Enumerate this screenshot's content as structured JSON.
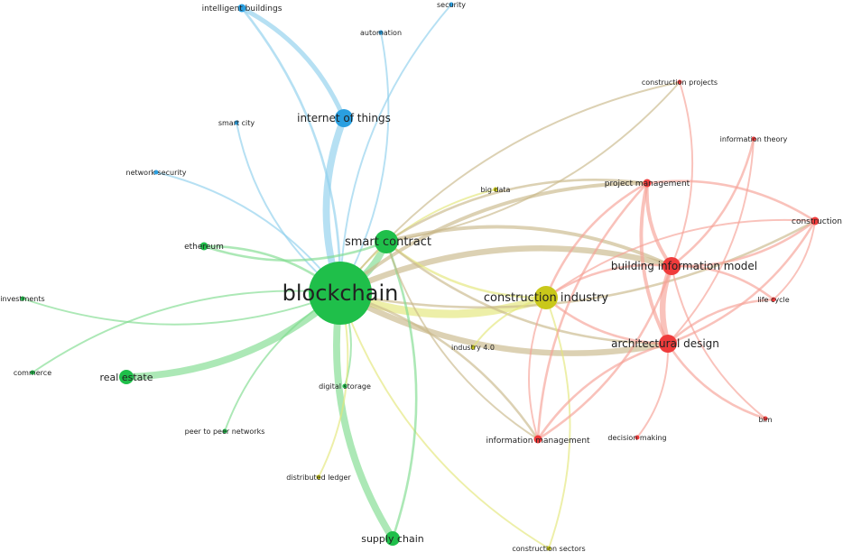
{
  "colors": {
    "green": "#1fbf4a",
    "blue": "#2a9fe0",
    "red": "#ef3b3b",
    "yellow": "#c9c81a",
    "edge_green": "#7fdc8f",
    "edge_blue": "#8fd0ec",
    "edge_red": "#f6a196",
    "edge_yellow": "#e3e67a",
    "edge_olive": "#c9b98a"
  },
  "nodes": [
    {
      "id": "blockchain",
      "label": "blockchain",
      "cluster": "green",
      "weight": 10
    },
    {
      "id": "smart_contract",
      "label": "smart contract",
      "cluster": "green",
      "weight": 5
    },
    {
      "id": "ethereum",
      "label": "ethereum",
      "cluster": "green",
      "weight": 2
    },
    {
      "id": "investments",
      "label": "investments",
      "cluster": "green",
      "weight": 1
    },
    {
      "id": "commerce",
      "label": "commerce",
      "cluster": "green",
      "weight": 1
    },
    {
      "id": "real_estate",
      "label": "real estate",
      "cluster": "green",
      "weight": 3
    },
    {
      "id": "digital_storage",
      "label": "digital storage",
      "cluster": "green",
      "weight": 1
    },
    {
      "id": "peer_to_peer_networks",
      "label": "peer to peer networks",
      "cluster": "green",
      "weight": 1
    },
    {
      "id": "supply_chain",
      "label": "supply chain",
      "cluster": "green",
      "weight": 3
    },
    {
      "id": "internet_of_things",
      "label": "internet of things",
      "cluster": "blue",
      "weight": 4
    },
    {
      "id": "intelligent_buildings",
      "label": "intelligent buildings",
      "cluster": "blue",
      "weight": 2
    },
    {
      "id": "security",
      "label": "security",
      "cluster": "blue",
      "weight": 1
    },
    {
      "id": "automation",
      "label": "automation",
      "cluster": "blue",
      "weight": 1
    },
    {
      "id": "smart_city",
      "label": "smart city",
      "cluster": "blue",
      "weight": 1
    },
    {
      "id": "network_security",
      "label": "network security",
      "cluster": "blue",
      "weight": 1
    },
    {
      "id": "construction_industry",
      "label": "construction industry",
      "cluster": "yellow",
      "weight": 5
    },
    {
      "id": "big_data",
      "label": "big data",
      "cluster": "yellow",
      "weight": 1
    },
    {
      "id": "industry_4_0",
      "label": "industry 4.0",
      "cluster": "yellow",
      "weight": 1
    },
    {
      "id": "distributed_ledger",
      "label": "distributed ledger",
      "cluster": "yellow",
      "weight": 1
    },
    {
      "id": "construction_sectors",
      "label": "construction sectors",
      "cluster": "yellow",
      "weight": 1
    },
    {
      "id": "construction_projects",
      "label": "construction projects",
      "cluster": "red",
      "weight": 1
    },
    {
      "id": "information_theory",
      "label": "information theory",
      "cluster": "red",
      "weight": 1
    },
    {
      "id": "project_management",
      "label": "project management",
      "cluster": "red",
      "weight": 2
    },
    {
      "id": "construction",
      "label": "construction",
      "cluster": "red",
      "weight": 2
    },
    {
      "id": "building_information_model",
      "label": "building information model",
      "cluster": "red",
      "weight": 4
    },
    {
      "id": "life_cycle",
      "label": "life cycle",
      "cluster": "red",
      "weight": 1
    },
    {
      "id": "architectural_design",
      "label": "architectural design",
      "cluster": "red",
      "weight": 4
    },
    {
      "id": "bim",
      "label": "bim",
      "cluster": "red",
      "weight": 1
    },
    {
      "id": "decision_making",
      "label": "decision making",
      "cluster": "red",
      "weight": 1
    },
    {
      "id": "information_management",
      "label": "information management",
      "cluster": "red",
      "weight": 2
    }
  ],
  "edges": [
    {
      "source": "blockchain",
      "target": "smart_contract",
      "weight": 6
    },
    {
      "source": "blockchain",
      "target": "internet_of_things",
      "weight": 6
    },
    {
      "source": "blockchain",
      "target": "construction_industry",
      "weight": 7
    },
    {
      "source": "blockchain",
      "target": "real_estate",
      "weight": 6
    },
    {
      "source": "blockchain",
      "target": "supply_chain",
      "weight": 6
    },
    {
      "source": "blockchain",
      "target": "building_information_model",
      "weight": 5
    },
    {
      "source": "blockchain",
      "target": "architectural_design",
      "weight": 5
    },
    {
      "source": "blockchain",
      "target": "project_management",
      "weight": 3
    },
    {
      "source": "blockchain",
      "target": "ethereum",
      "weight": 2
    },
    {
      "source": "blockchain",
      "target": "investments",
      "weight": 1.5
    },
    {
      "source": "blockchain",
      "target": "commerce",
      "weight": 1.5
    },
    {
      "source": "blockchain",
      "target": "digital_storage",
      "weight": 1.5
    },
    {
      "source": "blockchain",
      "target": "peer_to_peer_networks",
      "weight": 1.5
    },
    {
      "source": "blockchain",
      "target": "distributed_ledger",
      "weight": 1.5
    },
    {
      "source": "blockchain",
      "target": "construction_sectors",
      "weight": 1.5
    },
    {
      "source": "blockchain",
      "target": "information_management",
      "weight": 2
    },
    {
      "source": "blockchain",
      "target": "intelligent_buildings",
      "weight": 2
    },
    {
      "source": "blockchain",
      "target": "security",
      "weight": 1.5
    },
    {
      "source": "blockchain",
      "target": "automation",
      "weight": 1.5
    },
    {
      "source": "blockchain",
      "target": "smart_city",
      "weight": 1.5
    },
    {
      "source": "blockchain",
      "target": "network_security",
      "weight": 1.5
    },
    {
      "source": "blockchain",
      "target": "big_data",
      "weight": 1.5
    },
    {
      "source": "blockchain",
      "target": "construction",
      "weight": 2
    },
    {
      "source": "blockchain",
      "target": "construction_projects",
      "weight": 1.5
    },
    {
      "source": "internet_of_things",
      "target": "intelligent_buildings",
      "weight": 4
    },
    {
      "source": "smart_contract",
      "target": "ethereum",
      "weight": 2
    },
    {
      "source": "smart_contract",
      "target": "construction_industry",
      "weight": 2
    },
    {
      "source": "smart_contract",
      "target": "building_information_model",
      "weight": 3
    },
    {
      "source": "smart_contract",
      "target": "architectural_design",
      "weight": 2
    },
    {
      "source": "smart_contract",
      "target": "project_management",
      "weight": 2
    },
    {
      "source": "smart_contract",
      "target": "construction_projects",
      "weight": 1.5
    },
    {
      "source": "smart_contract",
      "target": "supply_chain",
      "weight": 2
    },
    {
      "source": "smart_contract",
      "target": "information_management",
      "weight": 1.5
    },
    {
      "source": "construction_industry",
      "target": "project_management",
      "weight": 2
    },
    {
      "source": "construction_industry",
      "target": "architectural_design",
      "weight": 2
    },
    {
      "source": "construction_industry",
      "target": "building_information_model",
      "weight": 2
    },
    {
      "source": "construction_industry",
      "target": "industry_4_0",
      "weight": 1.5
    },
    {
      "source": "construction_industry",
      "target": "construction_sectors",
      "weight": 1.5
    },
    {
      "source": "construction_industry",
      "target": "information_management",
      "weight": 1.5
    },
    {
      "source": "construction_industry",
      "target": "construction",
      "weight": 1.5
    },
    {
      "source": "building_information_model",
      "target": "architectural_design",
      "weight": 5
    },
    {
      "source": "building_information_model",
      "target": "project_management",
      "weight": 3
    },
    {
      "source": "building_information_model",
      "target": "construction",
      "weight": 2
    },
    {
      "source": "building_information_model",
      "target": "life_cycle",
      "weight": 2
    },
    {
      "source": "building_information_model",
      "target": "information_theory",
      "weight": 2
    },
    {
      "source": "building_information_model",
      "target": "information_management",
      "weight": 2
    },
    {
      "source": "architectural_design",
      "target": "bim",
      "weight": 2
    },
    {
      "source": "architectural_design",
      "target": "life_cycle",
      "weight": 2
    },
    {
      "source": "architectural_design",
      "target": "construction",
      "weight": 2
    },
    {
      "source": "architectural_design",
      "target": "project_management",
      "weight": 3
    },
    {
      "source": "architectural_design",
      "target": "information_management",
      "weight": 2
    },
    {
      "source": "architectural_design",
      "target": "decision_making",
      "weight": 1.5
    },
    {
      "source": "architectural_design",
      "target": "information_theory",
      "weight": 1.5
    },
    {
      "source": "project_management",
      "target": "construction",
      "weight": 2
    },
    {
      "source": "project_management",
      "target": "information_management",
      "weight": 2
    },
    {
      "source": "construction_projects",
      "target": "building_information_model",
      "weight": 1.5
    },
    {
      "source": "life_cycle",
      "target": "construction",
      "weight": 1.5
    },
    {
      "source": "bim",
      "target": "building_information_model",
      "weight": 1.5
    }
  ]
}
